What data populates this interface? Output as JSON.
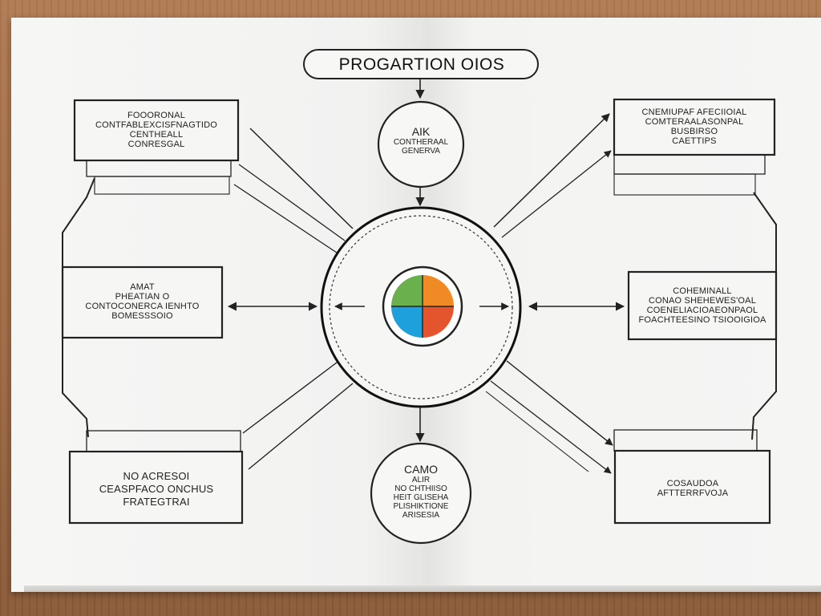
{
  "title": "PROGARTION OIOS",
  "top_node": {
    "lines": [
      "AIK",
      "CONTHERAAL",
      "GENERVA"
    ]
  },
  "bottom_node": {
    "lines": [
      "CAMO",
      "ALIR",
      "NO CHTHIISO",
      "HEIT GLISEHA",
      "PLISHIKTIONE",
      "ARISESIA"
    ]
  },
  "boxes": {
    "top_left": [
      "FOOORONAL",
      "CONTFABLEXCISFNAGTIDO",
      "CENTHEALL",
      "CONRESGAL"
    ],
    "mid_left": [
      "AMAT",
      "PHEATIAN O",
      "CONTOCONERCA IENHTO",
      "BOMESSSOIO"
    ],
    "bottom_left": [
      "NO ACRESOI",
      "CEASPFACO ONCHUS",
      "FRATEGTRAI"
    ],
    "top_right": [
      "CNEMIUPAF AFECIIOIAL",
      "COMTERAALASONPAL",
      "BUSBIRSO",
      "CAETTIPS"
    ],
    "mid_right": [
      "COHEMINALL",
      "CONAO SHEHEWES'OAL",
      "COENELIACIOAEONPAOL",
      "FOACHTEESINO TSIOOIGIOA"
    ],
    "bottom_right": [
      "COSAUDOA",
      "AFTTERRFVOJA"
    ]
  },
  "hub_colors": {
    "green": "#6ab04c",
    "orange": "#f08a24",
    "blue": "#1ea0dc",
    "red": "#e4552e"
  }
}
